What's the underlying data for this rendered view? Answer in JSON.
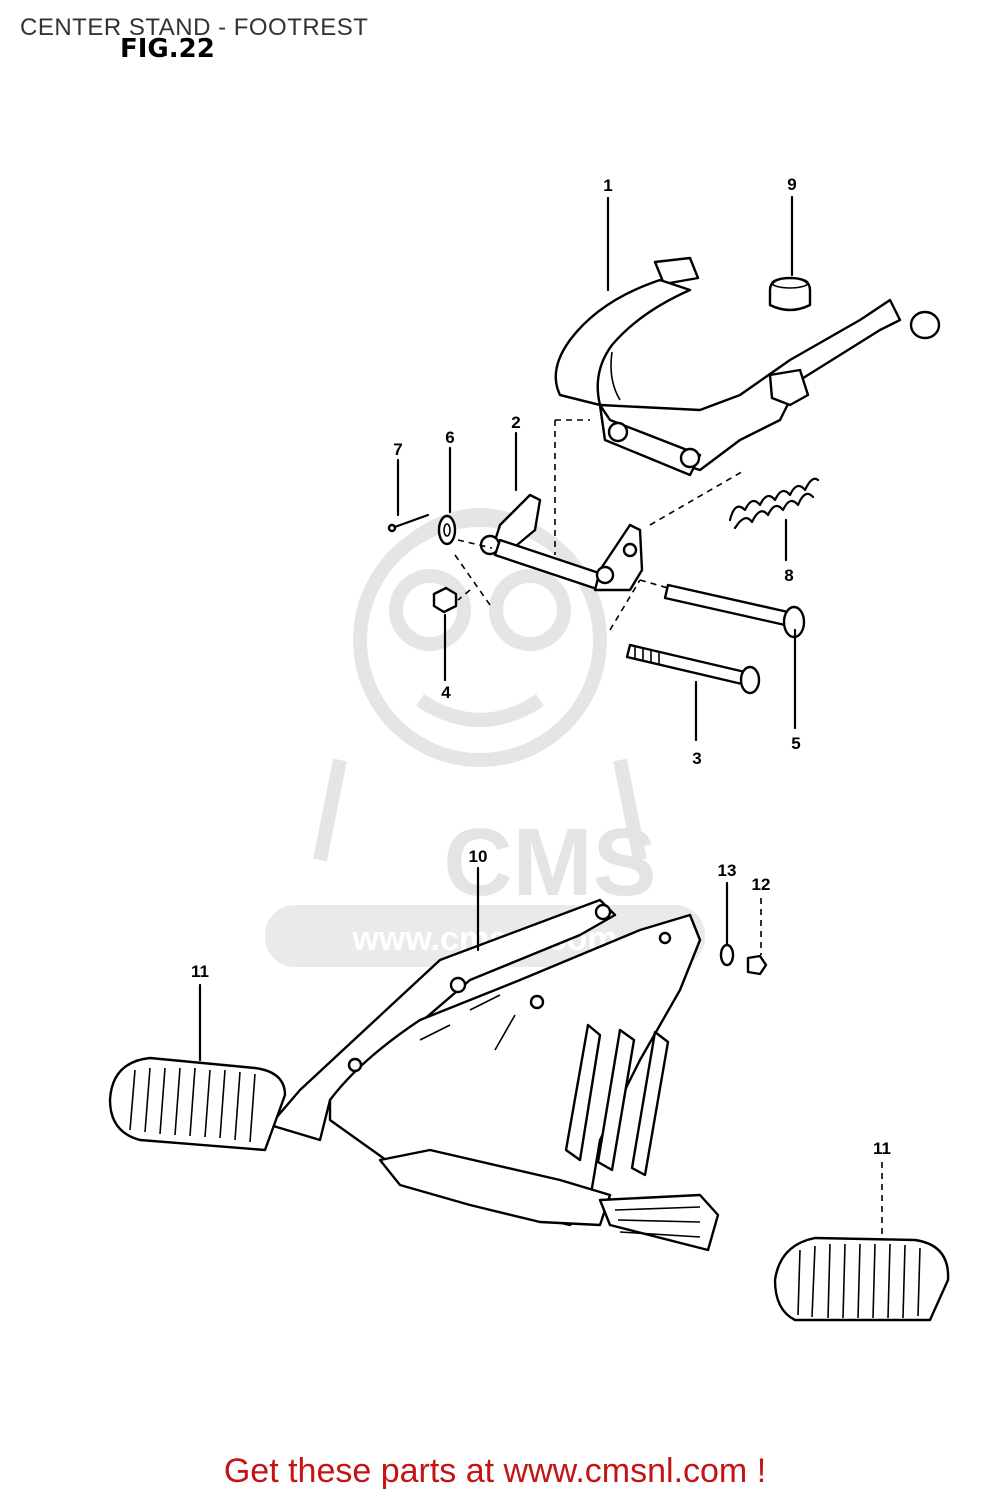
{
  "header": {
    "title": "CENTER STAND - FOOTREST",
    "figure": "FIG.22"
  },
  "watermark": {
    "brand": "CMS",
    "url": "www.cmsnl.com"
  },
  "callouts": [
    {
      "id": "1",
      "label": "1"
    },
    {
      "id": "2",
      "label": "2"
    },
    {
      "id": "3",
      "label": "3"
    },
    {
      "id": "4",
      "label": "4"
    },
    {
      "id": "5",
      "label": "5"
    },
    {
      "id": "6",
      "label": "6"
    },
    {
      "id": "7",
      "label": "7"
    },
    {
      "id": "8",
      "label": "8"
    },
    {
      "id": "9",
      "label": "9"
    },
    {
      "id": "10",
      "label": "10"
    },
    {
      "id": "11a",
      "label": "11"
    },
    {
      "id": "11b",
      "label": "11"
    },
    {
      "id": "12",
      "label": "12"
    },
    {
      "id": "13",
      "label": "13"
    }
  ],
  "footer": {
    "text": "Get these parts at www.cmsnl.com !"
  },
  "colors": {
    "footer": "#c41414",
    "watermark": "#d9d9d9",
    "line": "#000000"
  }
}
